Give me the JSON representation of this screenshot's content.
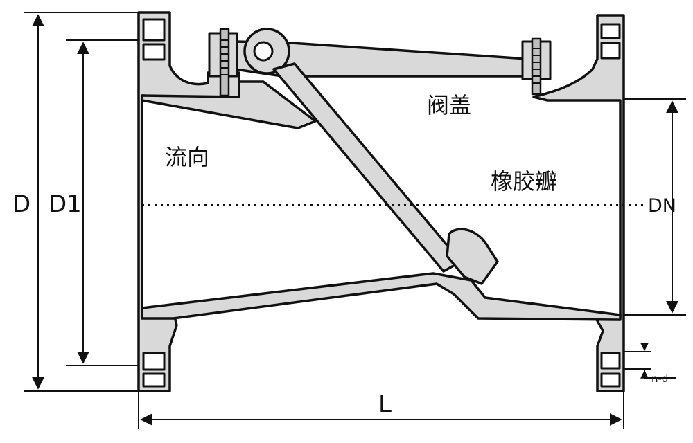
{
  "labels": {
    "D": "D",
    "D1": "D1",
    "DN": "DN",
    "L": "L",
    "nd": "n-d",
    "flow": "流向",
    "cover": "阀盖",
    "disc": "橡胶瓣"
  },
  "colors": {
    "metal": "#d9d9d9",
    "outline": "#111111",
    "background": "#ffffff"
  }
}
